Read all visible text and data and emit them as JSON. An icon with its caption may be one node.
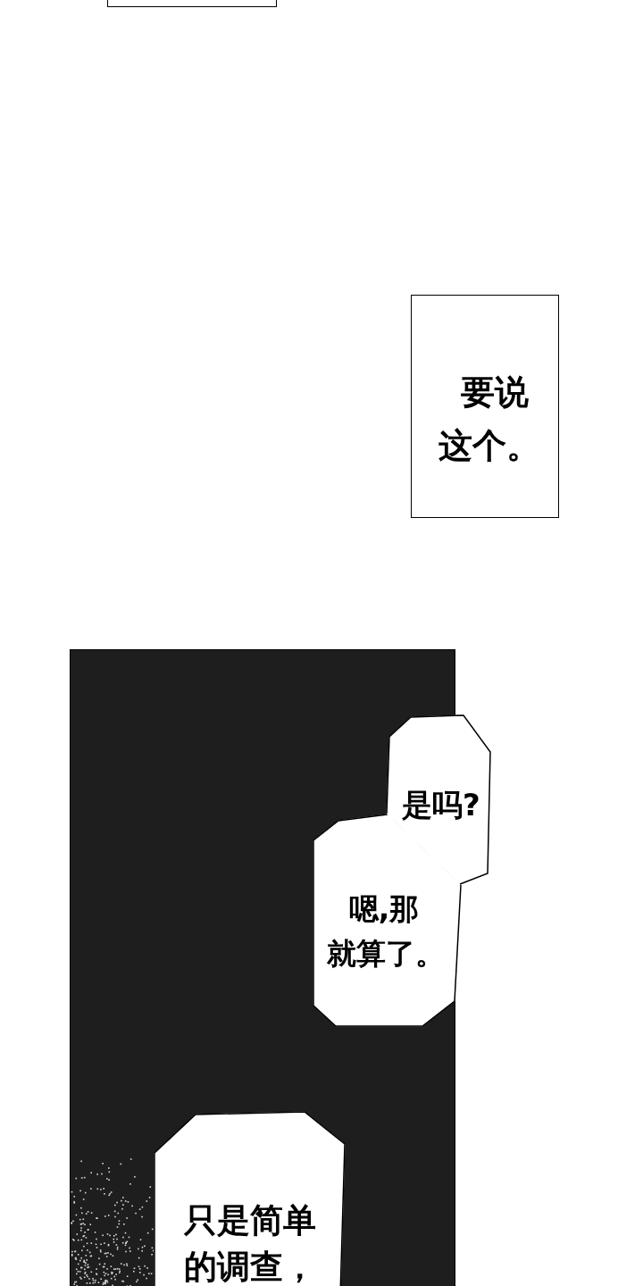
{
  "diagram": {
    "nodes": [
      {
        "text": [],
        "shape": "box"
      },
      {
        "text": [
          "要说这个。"
        ]
      },
      {
        "text": [],
        "shape": "box"
      },
      {
        "text": [
          "是吗?"
        ]
      },
      {
        "text": [
          "嗯,那就算了。"
        ],
        "in": 2
      },
      {
        "text": [
          "只是简单的调查，"
        ],
        "in": 2
      }
    ]
  }
}
